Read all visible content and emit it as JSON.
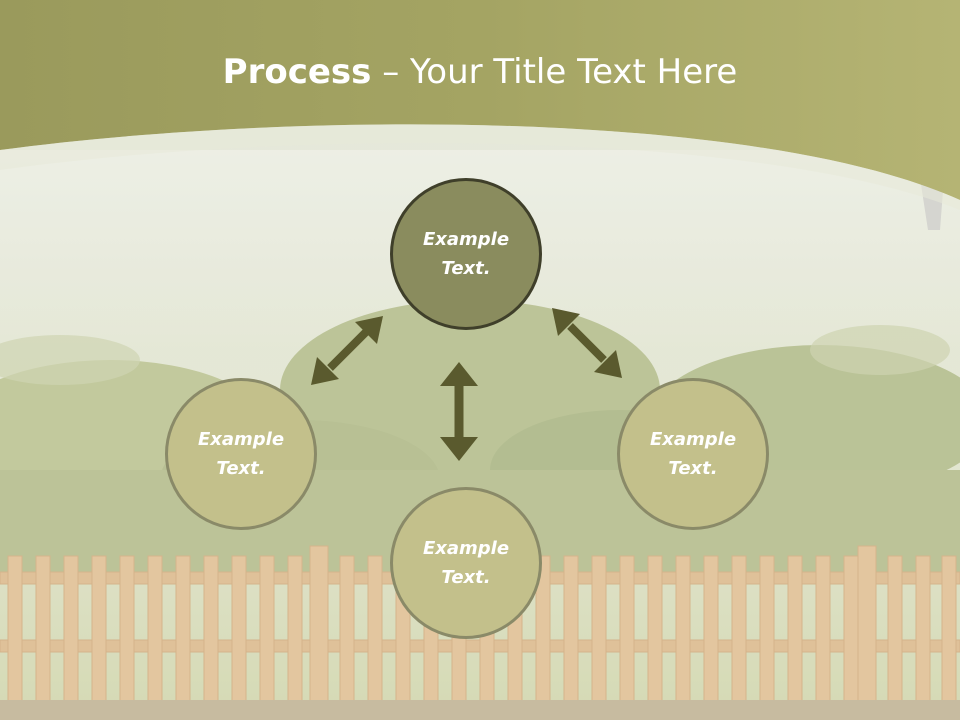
{
  "title": {
    "bold": "Process",
    "separator": " – ",
    "rest": "Your Title Text Here"
  },
  "diagram": {
    "nodes": [
      {
        "id": "top",
        "label": "Example Text."
      },
      {
        "id": "left",
        "label": "Example Text."
      },
      {
        "id": "right",
        "label": "Example Text."
      },
      {
        "id": "bottom",
        "label": "Example Text."
      }
    ]
  },
  "colors": {
    "header_band": "#a7a866",
    "arrow": "#5a5a2e",
    "node_dark": "#8a8c5e",
    "node_light": "#c3c08b"
  }
}
